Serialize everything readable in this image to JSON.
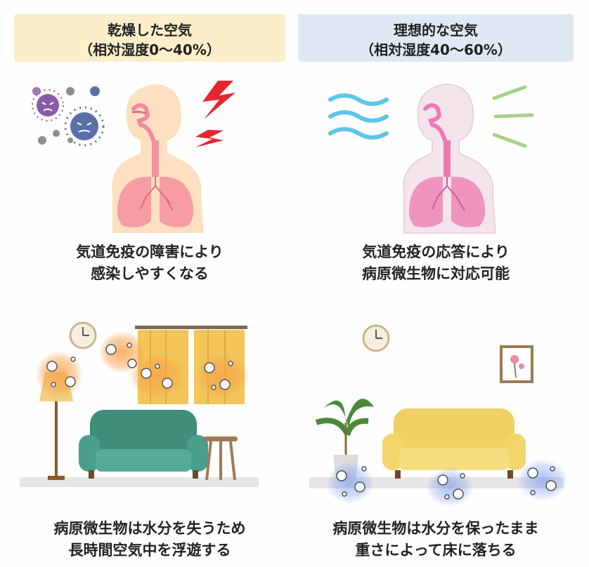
{
  "dry_panel": {
    "title": "乾燥した空気",
    "subtitle": "（相対湿度0〜40%）",
    "caption_line1": "気道免疫の障害により",
    "caption_line2": "感染しやすくなる",
    "header_color": "#fbeec8"
  },
  "ideal_panel": {
    "title": "理想的な空気",
    "subtitle": "（相対湿度40〜60%）",
    "caption_line1": "気道免疫の応答により",
    "caption_line2": "病原微生物に対応可能",
    "header_color": "#dfe9f4"
  },
  "dry_room": {
    "caption_line1": "病原微生物は水分を失うため",
    "caption_line2": "長時間空気中を浮遊する"
  },
  "ideal_room": {
    "caption_line1": "病原微生物は水分を保ったまま",
    "caption_line2": "重さによって床に落ちる"
  },
  "colors": {
    "body_dry": "#fde0c0",
    "body_ideal": "#f4e4ec",
    "lungs": "#f3919c",
    "lightning": "#e6252d",
    "wind": "#5ec4ea",
    "fresh_lines": "#a9d08a",
    "virus_purple": "#8a5aa6",
    "virus_blue": "#5a6fa6",
    "sofa_green": "#4a9e8a",
    "sofa_yellow": "#f2d66b",
    "curtain": "#f3c65a",
    "glow_orange": "#f7a34a",
    "glow_blue": "#6a8cf0"
  }
}
